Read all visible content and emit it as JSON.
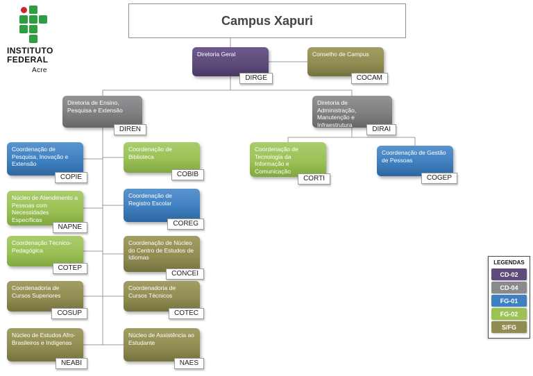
{
  "header": {
    "logo": {
      "line1": "INSTITUTO",
      "line2": "FEDERAL",
      "line3": "Acre"
    },
    "title": "Campus Xapuri"
  },
  "colors": {
    "purple": "#5e4b7c",
    "gray": "#7f7f82",
    "blue": "#3f80c0",
    "green": "#9cc155",
    "olive": "#918d52",
    "connector": "#999999"
  },
  "legend": {
    "title": "LEGENDAS",
    "items": [
      {
        "label": "CD-02",
        "color": "#5e4b7c"
      },
      {
        "label": "CD-04",
        "color": "#8a8a8d"
      },
      {
        "label": "FG-01",
        "color": "#3f80c0"
      },
      {
        "label": "FG-02",
        "color": "#9cc155"
      },
      {
        "label": "S/FG",
        "color": "#918d52"
      }
    ]
  },
  "nodes": [
    {
      "id": "dirge",
      "label": "Diretoria Geral",
      "acronym": "DIRGE"
    },
    {
      "id": "cocam",
      "label": "Conselho de Campus",
      "acronym": "COCAM"
    },
    {
      "id": "diren",
      "label": "Diretoria de Ensino, Pesquisa e Extensão",
      "acronym": "DIREN"
    },
    {
      "id": "dirai",
      "label": "Diretoria de Administração, Manutenção e Infraestrutura",
      "acronym": "DIRAI"
    },
    {
      "id": "copie",
      "label": "Coordenação de Pesquisa, Inovação e Extensão",
      "acronym": "COPIE"
    },
    {
      "id": "cobib",
      "label": "Coordenação de Biblioteca",
      "acronym": "COBIB"
    },
    {
      "id": "corti",
      "label": "Coordenação de Tecnologia da Informação e Comunicação",
      "acronym": "CORTI"
    },
    {
      "id": "cogep",
      "label": "Coordenação de Gestão de Pessoas",
      "acronym": "COGEP"
    },
    {
      "id": "napne",
      "label": "Núcleo de Atendimento a Pessoas com Necessidades Específicas",
      "acronym": "NAPNE"
    },
    {
      "id": "coreg",
      "label": "Coordenação de Registro Escolar",
      "acronym": "COREG"
    },
    {
      "id": "cotep",
      "label": "Coordenação Técnico-Pedagógica",
      "acronym": "COTEP"
    },
    {
      "id": "concei",
      "label": "Coordenação de Núcleo do Centro de Estudos de Idiomas",
      "acronym": "CONCEI"
    },
    {
      "id": "cosup",
      "label": "Coordenadoria de Cursos Superiores",
      "acronym": "COSUP"
    },
    {
      "id": "cotec",
      "label": "Coordenadoria de Cursos Técnicos",
      "acronym": "COTEC"
    },
    {
      "id": "neabi",
      "label": "Núcleo de Estudos Afro-Brasileiros e Indígenas",
      "acronym": "NEABI"
    },
    {
      "id": "naes",
      "label": "Núcleo de Assistência ao Estudante",
      "acronym": "NAES"
    }
  ]
}
